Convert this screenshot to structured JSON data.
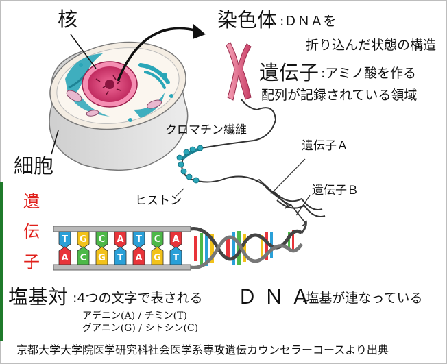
{
  "labels": {
    "nucleus": "核",
    "chromosome": "染色体",
    "chromosome_desc_1": ":ＤＮＡを",
    "chromosome_desc_2": "折り込んだ状態の構造",
    "gene": "遺伝子",
    "gene_desc_1": ":アミノ酸を作る",
    "gene_desc_2": "配列が記録されている領域",
    "chromatin": "クロマチン繊維",
    "gene_a": "遺伝子Ａ",
    "gene_b": "遺伝子Ｂ",
    "cell": "細胞",
    "histone": "ヒストン",
    "vertical_1": "遺",
    "vertical_2": "伝",
    "vertical_3": "子",
    "base_pair": "塩基対",
    "base_pair_desc": ":4つの文字で表される",
    "base_line_1": "アデニン(A) / チミン(T)",
    "base_line_2": "グアニン(G) / シトシン(C)",
    "dna": "ＤＮＡ",
    "dna_desc": ":塩基が連なっている",
    "source": "京都大学大学院医学研究科社会医学系専攻遺伝カウンセラーコースより出典"
  },
  "bases": {
    "top": [
      "T",
      "G",
      "C",
      "A",
      "T",
      "C",
      "A"
    ],
    "bottom": [
      "A",
      "C",
      "G",
      "T",
      "A",
      "G",
      "T"
    ]
  },
  "colors": {
    "A": "#e8343a",
    "T": "#2aa0d8",
    "G": "#f2c21a",
    "C": "#4db848",
    "accent_red": "#e0201b",
    "cell_teal": "#2aa6b8",
    "nucleus_pink": "#d12f6a"
  }
}
